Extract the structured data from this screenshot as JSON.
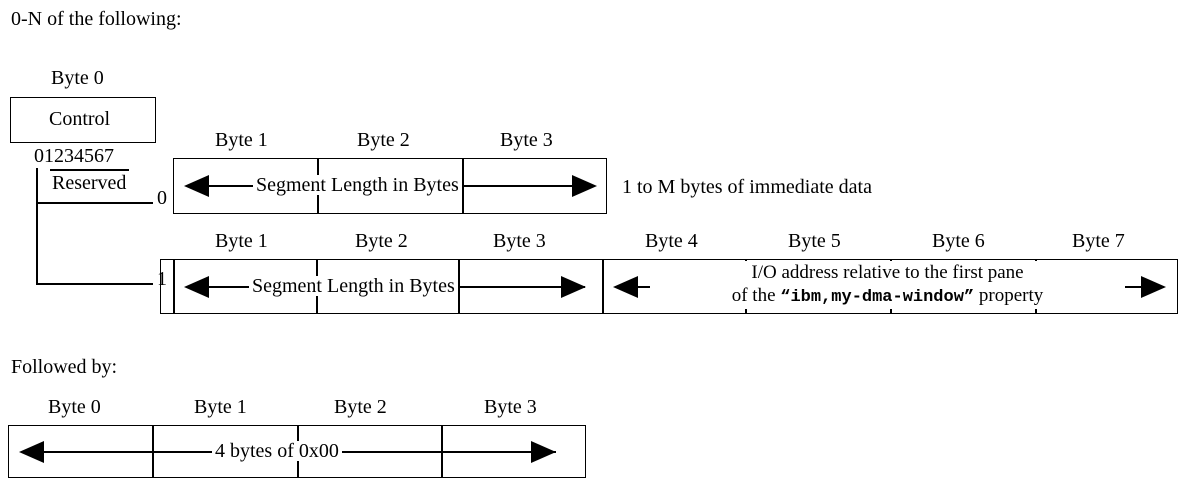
{
  "document": {
    "intro_label": "0-N of the following:",
    "followed_by_label": "Followed by:"
  },
  "control_block": {
    "byte_label": "Byte 0",
    "field_name": "Control",
    "bit_numbers": "01234567",
    "reserved_label": "Reserved",
    "branch_labels": [
      "0",
      "1"
    ]
  },
  "row_immediate": {
    "selector": "0",
    "byte_headers": [
      "Byte 1",
      "Byte 2",
      "Byte 3"
    ],
    "span_label": "Segment Length in Bytes",
    "side_note": "1 to M bytes of immediate data"
  },
  "row_dma": {
    "selector": "1",
    "byte_headers": [
      "Byte 1",
      "Byte 2",
      "Byte 3",
      "Byte 4",
      "Byte 5",
      "Byte 6",
      "Byte 7"
    ],
    "length_span_label": "Segment Length in Bytes",
    "address_span_line1": "I/O address relative to the first pane",
    "address_line2_prefix": "of the ",
    "address_line2_quoted": "“ibm,my-dma-window”",
    "address_line2_suffix": " property"
  },
  "row_trailer": {
    "byte_headers": [
      "Byte 0",
      "Byte 1",
      "Byte 2",
      "Byte 3"
    ],
    "span_label": "4 bytes of 0x00"
  },
  "style": {
    "ink": "#000000",
    "paper": "#ffffff"
  }
}
